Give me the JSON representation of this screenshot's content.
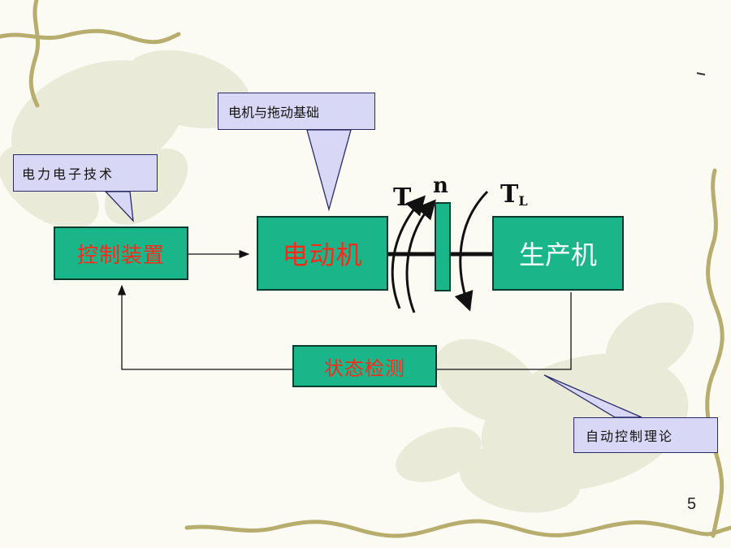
{
  "blocks": {
    "controller": "控制装置",
    "motor": "电动机",
    "machine": "生产机",
    "detection": "状态检测"
  },
  "callouts": {
    "power_electronics": "电力电子技术",
    "motor_drive": "电机与拖动基础",
    "auto_control": "自动控制理论"
  },
  "symbols": {
    "t": "T",
    "n": "n",
    "tl_main": "T",
    "tl_sub": "L"
  },
  "page_number": "5",
  "colors": {
    "block_fill": "#1ab68a",
    "block_text_red": "#ff2a1a",
    "callout_fill": "#d8d8f6"
  }
}
